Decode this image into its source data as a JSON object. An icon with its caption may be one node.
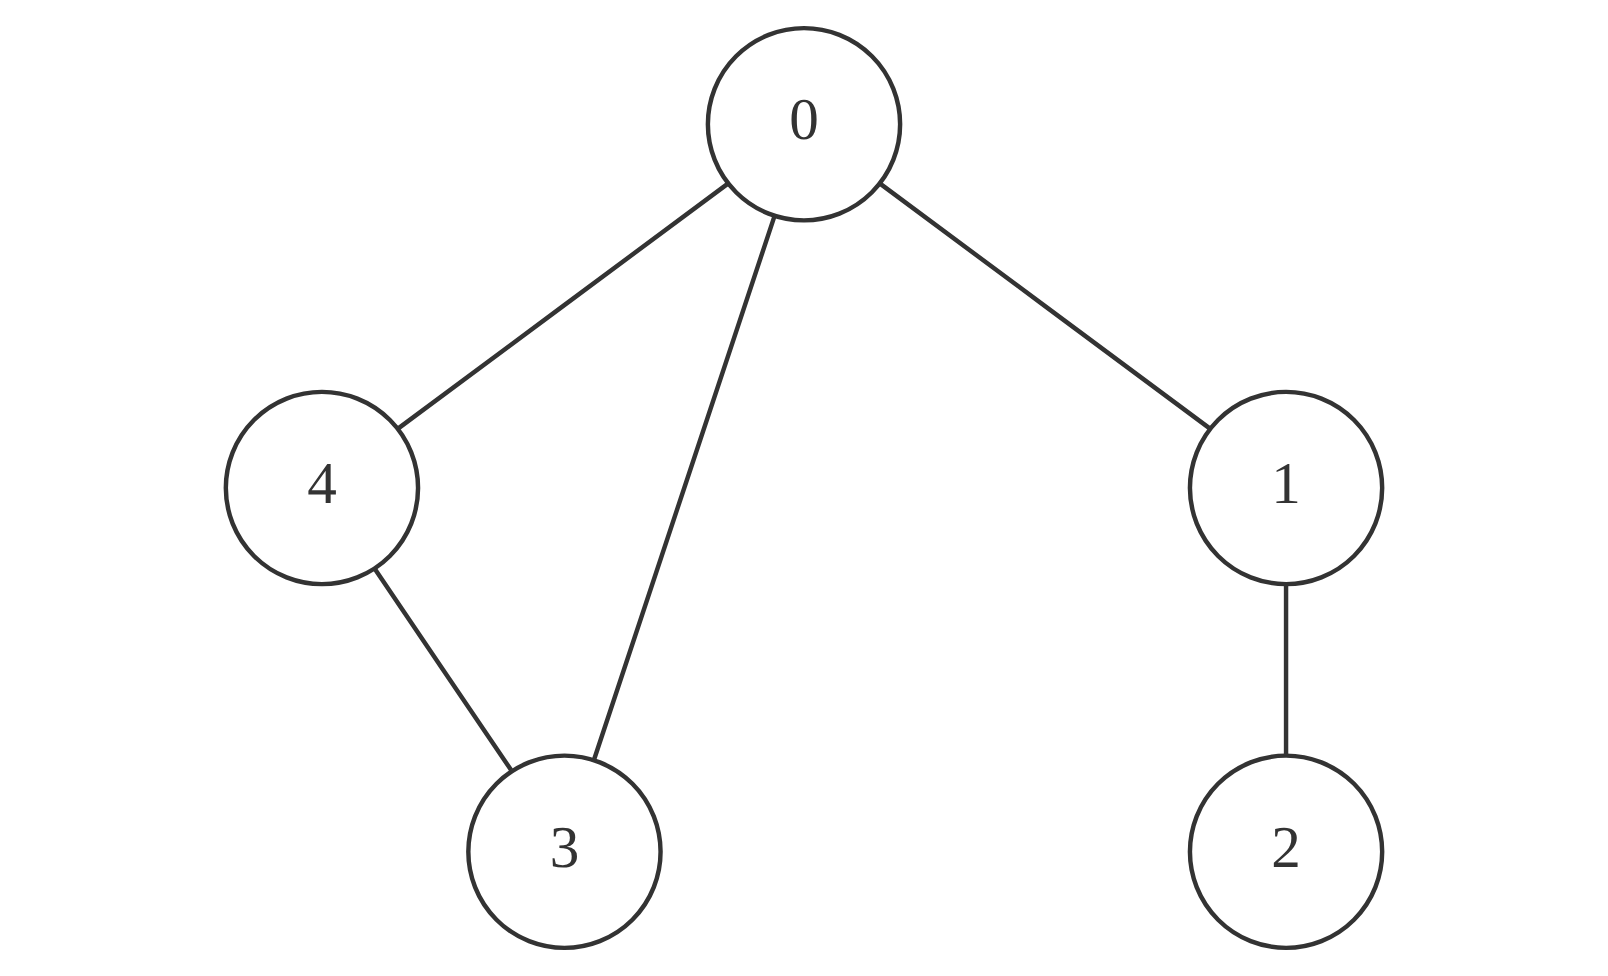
{
  "diagram": {
    "nodes": [
      {
        "text": [
          "0"
        ]
      },
      {
        "text": [
          "4"
        ]
      },
      {
        "text": [
          "1"
        ]
      },
      {
        "text": [
          "3"
        ]
      },
      {
        "text": [
          "2"
        ]
      }
    ],
    "edges": [
      {
        "from": 0,
        "to": 1,
        "arrow": "none"
      },
      {
        "from": 0,
        "to": 2,
        "arrow": "none"
      },
      {
        "from": 0,
        "to": 3,
        "arrow": "none"
      },
      {
        "from": 1,
        "to": 3,
        "arrow": "none"
      },
      {
        "from": 2,
        "to": 4,
        "arrow": "none"
      }
    ]
  }
}
